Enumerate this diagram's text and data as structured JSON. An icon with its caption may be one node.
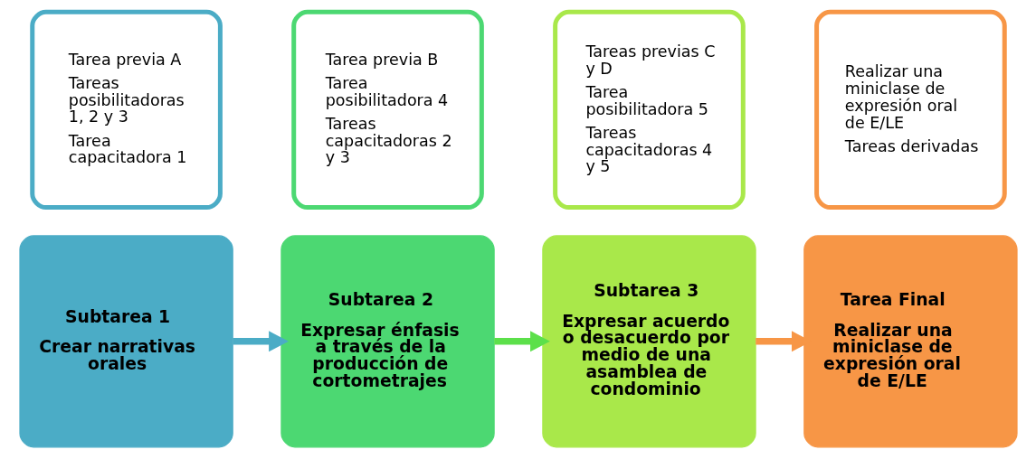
{
  "diagram": {
    "nodes": [
      {
        "text": [
          "Subtarea 1",
          "Crear narrativas orales"
        ]
      },
      {
        "text": [
          "Subtarea 2",
          "Expresar énfasis a través de la producción de cortometrajes"
        ]
      },
      {
        "text": [
          "Subtarea 3",
          "Expresar acuerdo o desacuerdo por medio de una asamblea de condominio"
        ]
      },
      {
        "text": [
          "Tarea Final",
          "Realizar una miniclase de expresión oral de E/LE"
        ]
      },
      {
        "text": [
          "Tarea previa A",
          "Tareas posibilitadoras 1, 2 y 3",
          "Tarea capacitadora 1"
        ]
      },
      {
        "text": [
          "Tarea previa B",
          "Tarea posibilitadora 4",
          "Tareas capacitadoras 2 y 3"
        ]
      },
      {
        "text": [
          "Tareas previas C y D",
          "Tarea posibilitadora 5",
          "Tareas capacitadoras 4 y 5"
        ]
      },
      {
        "text": [
          "Realizar una miniclase de expresión oral de E/LE",
          "Tareas derivadas"
        ]
      }
    ],
    "edges": [
      {
        "from": 0,
        "to": 1,
        "arrow": "to",
        "color": "#4bacc6"
      },
      {
        "from": 1,
        "to": 2,
        "arrow": "to",
        "color": "#5ce04a"
      },
      {
        "from": 2,
        "to": 3,
        "arrow": "to",
        "color": "#f79646"
      }
    ]
  }
}
